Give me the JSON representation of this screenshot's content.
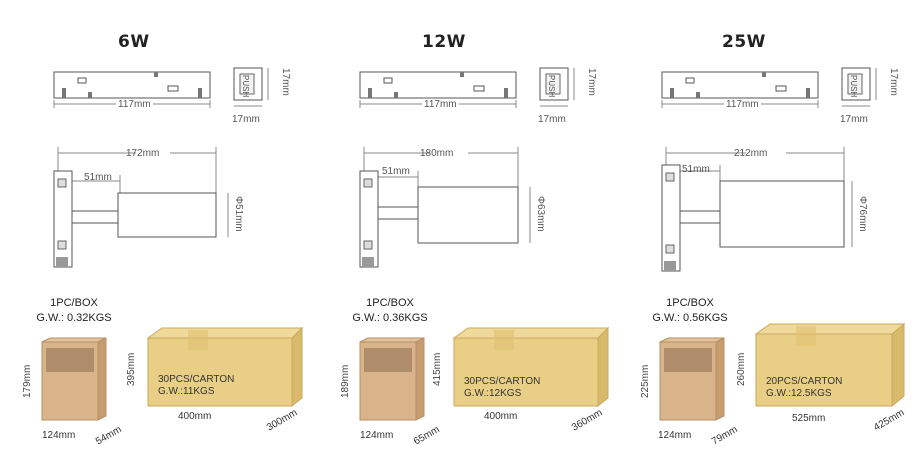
{
  "products": [
    {
      "watt": "6W",
      "top_width": "117mm",
      "side_width": "17mm",
      "side_height": "17mm",
      "side_label": "PUSH",
      "length": "172mm",
      "stem": "51mm",
      "diameter": "Φ51mm",
      "box_pcs": "1PC/BOX",
      "box_gw": "G.W.: 0.32KGS",
      "box_height": "179mm",
      "box_width": "124mm",
      "box_depth": "54mm",
      "carton_pcs": "30PCS/CARTON",
      "carton_gw": "G.W.:11KGS",
      "carton_height": "395mm",
      "carton_width": "400mm",
      "carton_depth": "300mm"
    },
    {
      "watt": "12W",
      "top_width": "117mm",
      "side_width": "17mm",
      "side_height": "17mm",
      "side_label": "PUSH",
      "length": "180mm",
      "stem": "51mm",
      "diameter": "Φ63mm",
      "box_pcs": "1PC/BOX",
      "box_gw": "G.W.: 0.36KGS",
      "box_height": "189mm",
      "box_width": "124mm",
      "box_depth": "65mm",
      "carton_pcs": "30PCS/CARTON",
      "carton_gw": "G.W.:12KGS",
      "carton_height": "415mm",
      "carton_width": "400mm",
      "carton_depth": "360mm"
    },
    {
      "watt": "25W",
      "top_width": "117mm",
      "side_width": "17mm",
      "side_height": "17mm",
      "side_label": "PUSH",
      "length": "212mm",
      "stem": "51mm",
      "diameter": "Φ76mm",
      "box_pcs": "1PC/BOX",
      "box_gw": "G.W.: 0.56KGS",
      "box_height": "225mm",
      "box_width": "124mm",
      "box_depth": "79mm",
      "carton_pcs": "20PCS/CARTON",
      "carton_gw": "G.W.:12.5KGS",
      "carton_height": "260mm",
      "carton_width": "525mm",
      "carton_depth": "425mm"
    }
  ],
  "colors": {
    "line": "#888888",
    "cardboard": "#e9cf86",
    "cardboard_dark": "#d9b96a",
    "retail_box": "#d9b48a",
    "retail_box_side": "#c79d70"
  }
}
